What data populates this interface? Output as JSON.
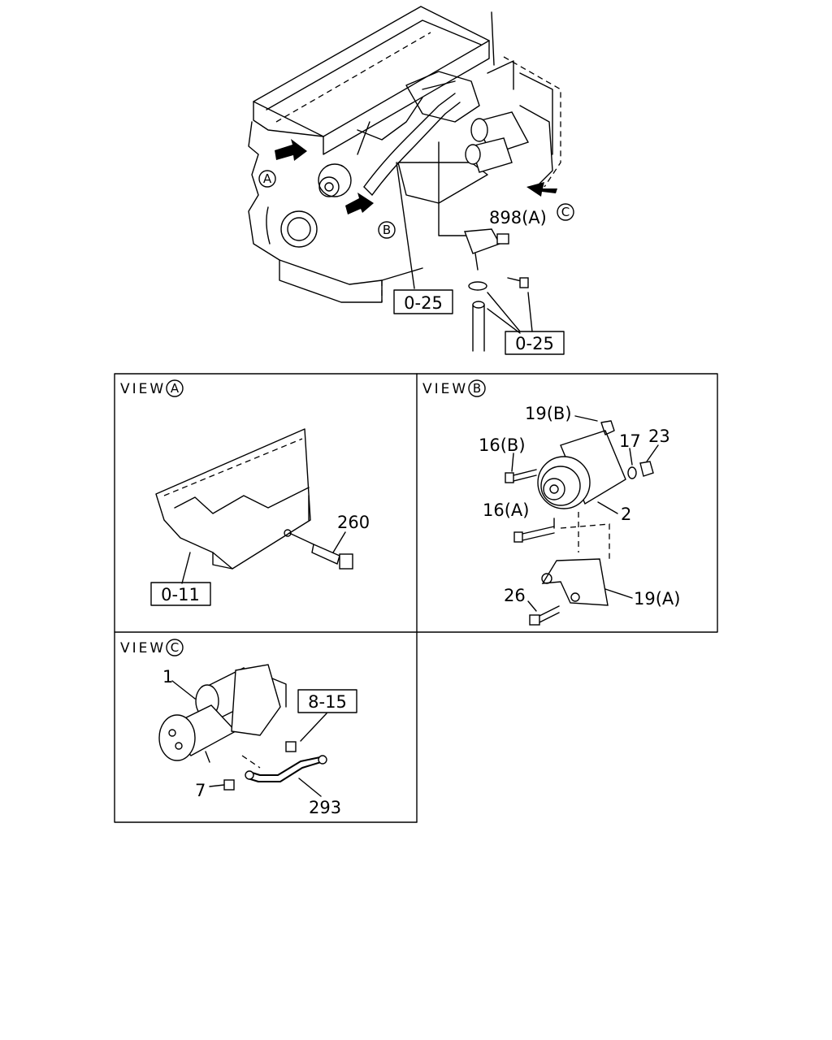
{
  "main_diagram": {
    "view_markers": [
      "A",
      "B",
      "C"
    ],
    "callouts": {
      "part_898": "898(A)",
      "part_898_view": "C",
      "ref_left": "0-25",
      "ref_right": "0-25"
    }
  },
  "panels": {
    "view_a": {
      "heading": "VIEW",
      "marker": "A",
      "labels": {
        "sensor": "260",
        "ref": "0-11"
      }
    },
    "view_b": {
      "heading": "VIEW",
      "marker": "B",
      "labels": {
        "bracket_upper": "19(B)",
        "bolt_16b": "16(B)",
        "washer_17": "17",
        "nut_23": "23",
        "bolt_16a": "16(A)",
        "alternator": "2",
        "bolt_26": "26",
        "bracket_lower": "19(A)"
      }
    },
    "view_c": {
      "heading": "VIEW",
      "marker": "C",
      "labels": {
        "starter": "1",
        "ref": "8-15",
        "nut": "7",
        "cable": "293"
      }
    }
  }
}
